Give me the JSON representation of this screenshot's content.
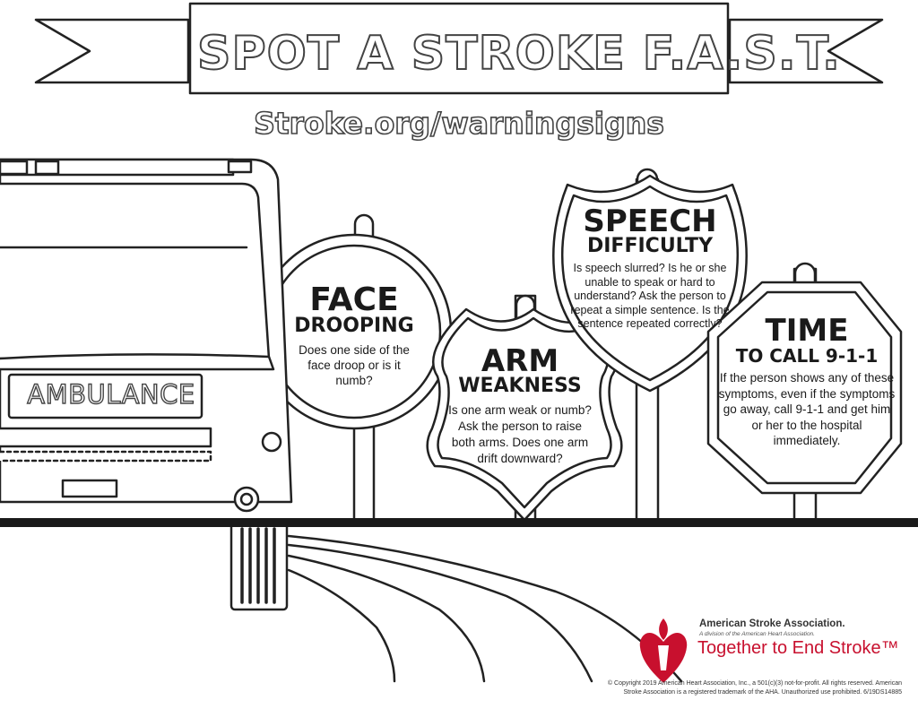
{
  "header": {
    "title": "SPOT A STROKE F.A.S.T.",
    "url": "Stroke.org/warningsigns"
  },
  "ambulance": {
    "label": "AMBULANCE"
  },
  "signs": {
    "face": {
      "title": "FACE",
      "subtitle": "DROOPING",
      "body": "Does one side of the face droop or is it numb?"
    },
    "arm": {
      "title": "ARM",
      "subtitle": "WEAKNESS",
      "body": "Is one arm weak or numb? Ask the person to raise both arms. Does one arm drift downward?"
    },
    "speech": {
      "title": "SPEECH",
      "subtitle": "DIFFICULTY",
      "body": "Is speech slurred? Is he or she unable to speak or hard to understand? Ask the person to repeat a simple sentence. Is the sentence repeated correctly?"
    },
    "time": {
      "title": "TIME",
      "subtitle": "TO CALL 9-1-1",
      "body": "If the person shows any of these symptoms, even if the symptoms go away, call 9-1-1 and get him or her to the hospital immediately."
    }
  },
  "footer": {
    "organization": "American Stroke Association.",
    "division": "A division of the American Heart Association.",
    "tagline": "Together to End Stroke™",
    "copyright": "© Copyright 2019 American Heart Association, Inc., a 501(c)(3) not-for-profit. All rights reserved. American Stroke Association is a registered trademark of the AHA. Unauthorized use prohibited.  6/19DS14885"
  },
  "colors": {
    "line": "#222222",
    "brand_red": "#c8102e"
  },
  "icons": {
    "logo": "heart-torch-icon"
  }
}
